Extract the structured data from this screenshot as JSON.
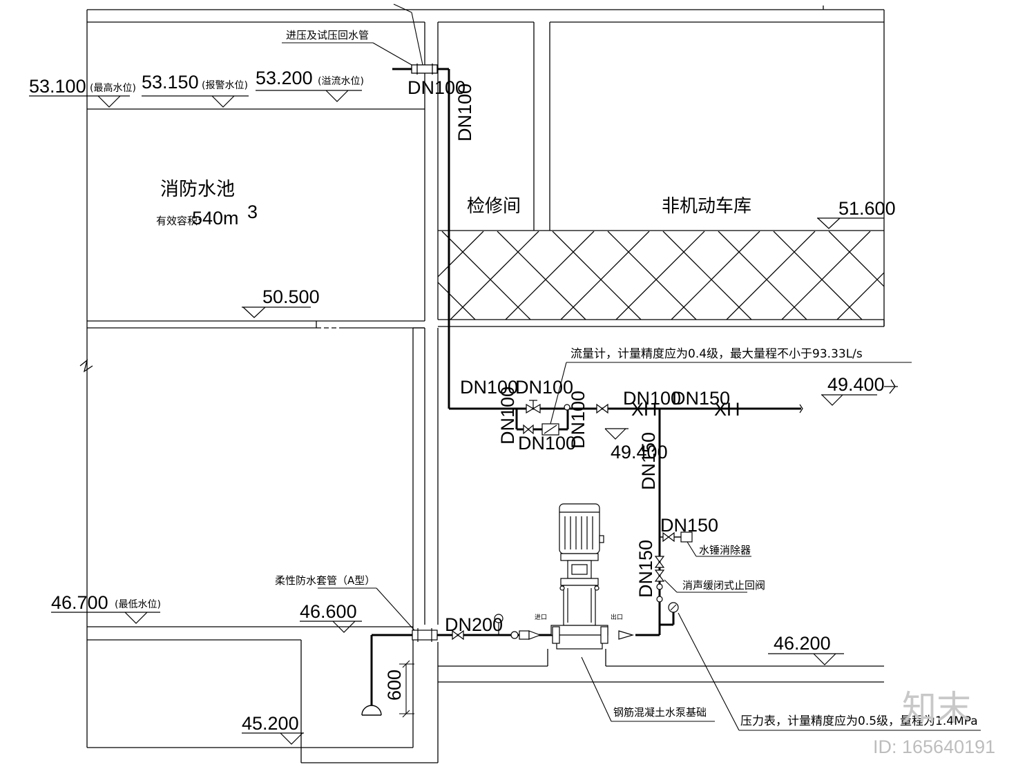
{
  "labels": {
    "inlet_pipe": "进压及试压回水管",
    "levels": {
      "max": "53.100",
      "max_note": "(最高水位)",
      "alarm": "53.150",
      "alarm_note": "(报警水位)",
      "overflow": "53.200",
      "overflow_note": "(溢流水位)",
      "pool_bottom_top": "50.500",
      "garage_floor": "51.600",
      "pipe_level": "49.400",
      "pipe_level_2": "49.400",
      "min": "46.700",
      "min_note": "(最低水位)",
      "pump_room_top": "46.600",
      "pump_floor": "46.200",
      "pit_bottom": "45.200"
    },
    "pool_name": "消防水池",
    "pool_volume_label": "有效容积:",
    "pool_volume_value": "540m",
    "pool_volume_sup": "3",
    "maintenance_room": "检修间",
    "bike_garage": "非机动车库",
    "flowmeter_note": "流量计，计量精度应为0.4级，最大量程不小于93.33L/s",
    "dn100": "DN100",
    "dn150": "DN150",
    "dn200": "DN200",
    "xh": "XH",
    "water_hammer": "水锤消除器",
    "check_valve": "消声缓闭式止回阀",
    "sleeve": "柔性防水套管（A型）",
    "dim_600": "600",
    "inlet_tag": "进口",
    "outlet_tag": "出口",
    "pump_base": "钢筋混凝土水泵基础",
    "gauge_note": "压力表，计量精度应为0.5级，量程为1.4MPa"
  },
  "watermark": {
    "logo": "知末",
    "id": "ID: 165640191"
  }
}
